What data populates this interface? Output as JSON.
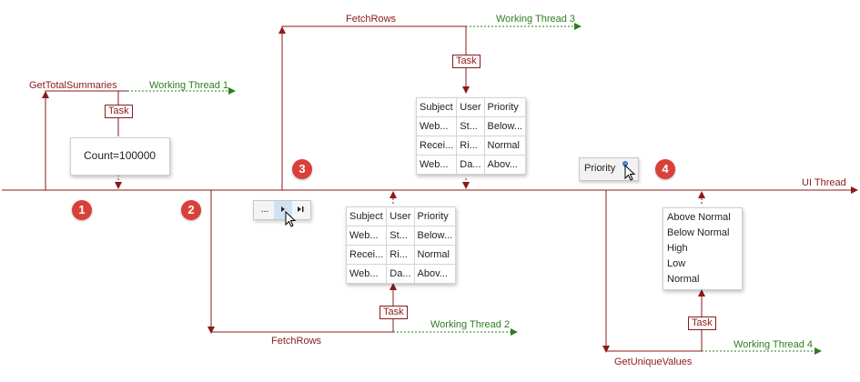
{
  "ui_thread": {
    "label": "UI Thread",
    "color": "#8b1a1a"
  },
  "steps": [
    {
      "number": "1",
      "method": "GetTotalSummaries",
      "thread": "Working Thread 1",
      "task": "Task"
    },
    {
      "number": "2",
      "method": "FetchRows",
      "thread": "Working Thread 2",
      "task": "Task"
    },
    {
      "number": "3",
      "method": "FetchRows",
      "thread": "Working Thread 3",
      "task": "Task"
    },
    {
      "number": "4",
      "method": "GetUniqueValues",
      "thread": "Working Thread 4",
      "task": "Task"
    }
  ],
  "summary_box": {
    "text": "Count=100000"
  },
  "grid_headers": [
    "Subject",
    "User",
    "Priority"
  ],
  "grid_rows": [
    [
      "Web...",
      "St...",
      "Below..."
    ],
    [
      "Recei...",
      "Ri...",
      "Normal"
    ],
    [
      "Web...",
      "Da...",
      "Abov..."
    ]
  ],
  "pager": {
    "more": "...",
    "next_icon": "next-page-icon",
    "last_icon": "last-page-icon"
  },
  "filter_header": {
    "label": "Priority",
    "icon": "filter-icon"
  },
  "unique_values": [
    "Above Normal",
    "Below Normal",
    "High",
    "Low",
    "Normal"
  ],
  "colors": {
    "ui": "#8b1a1a",
    "worker": "#2e7d1e",
    "badge": "#d9403a"
  }
}
